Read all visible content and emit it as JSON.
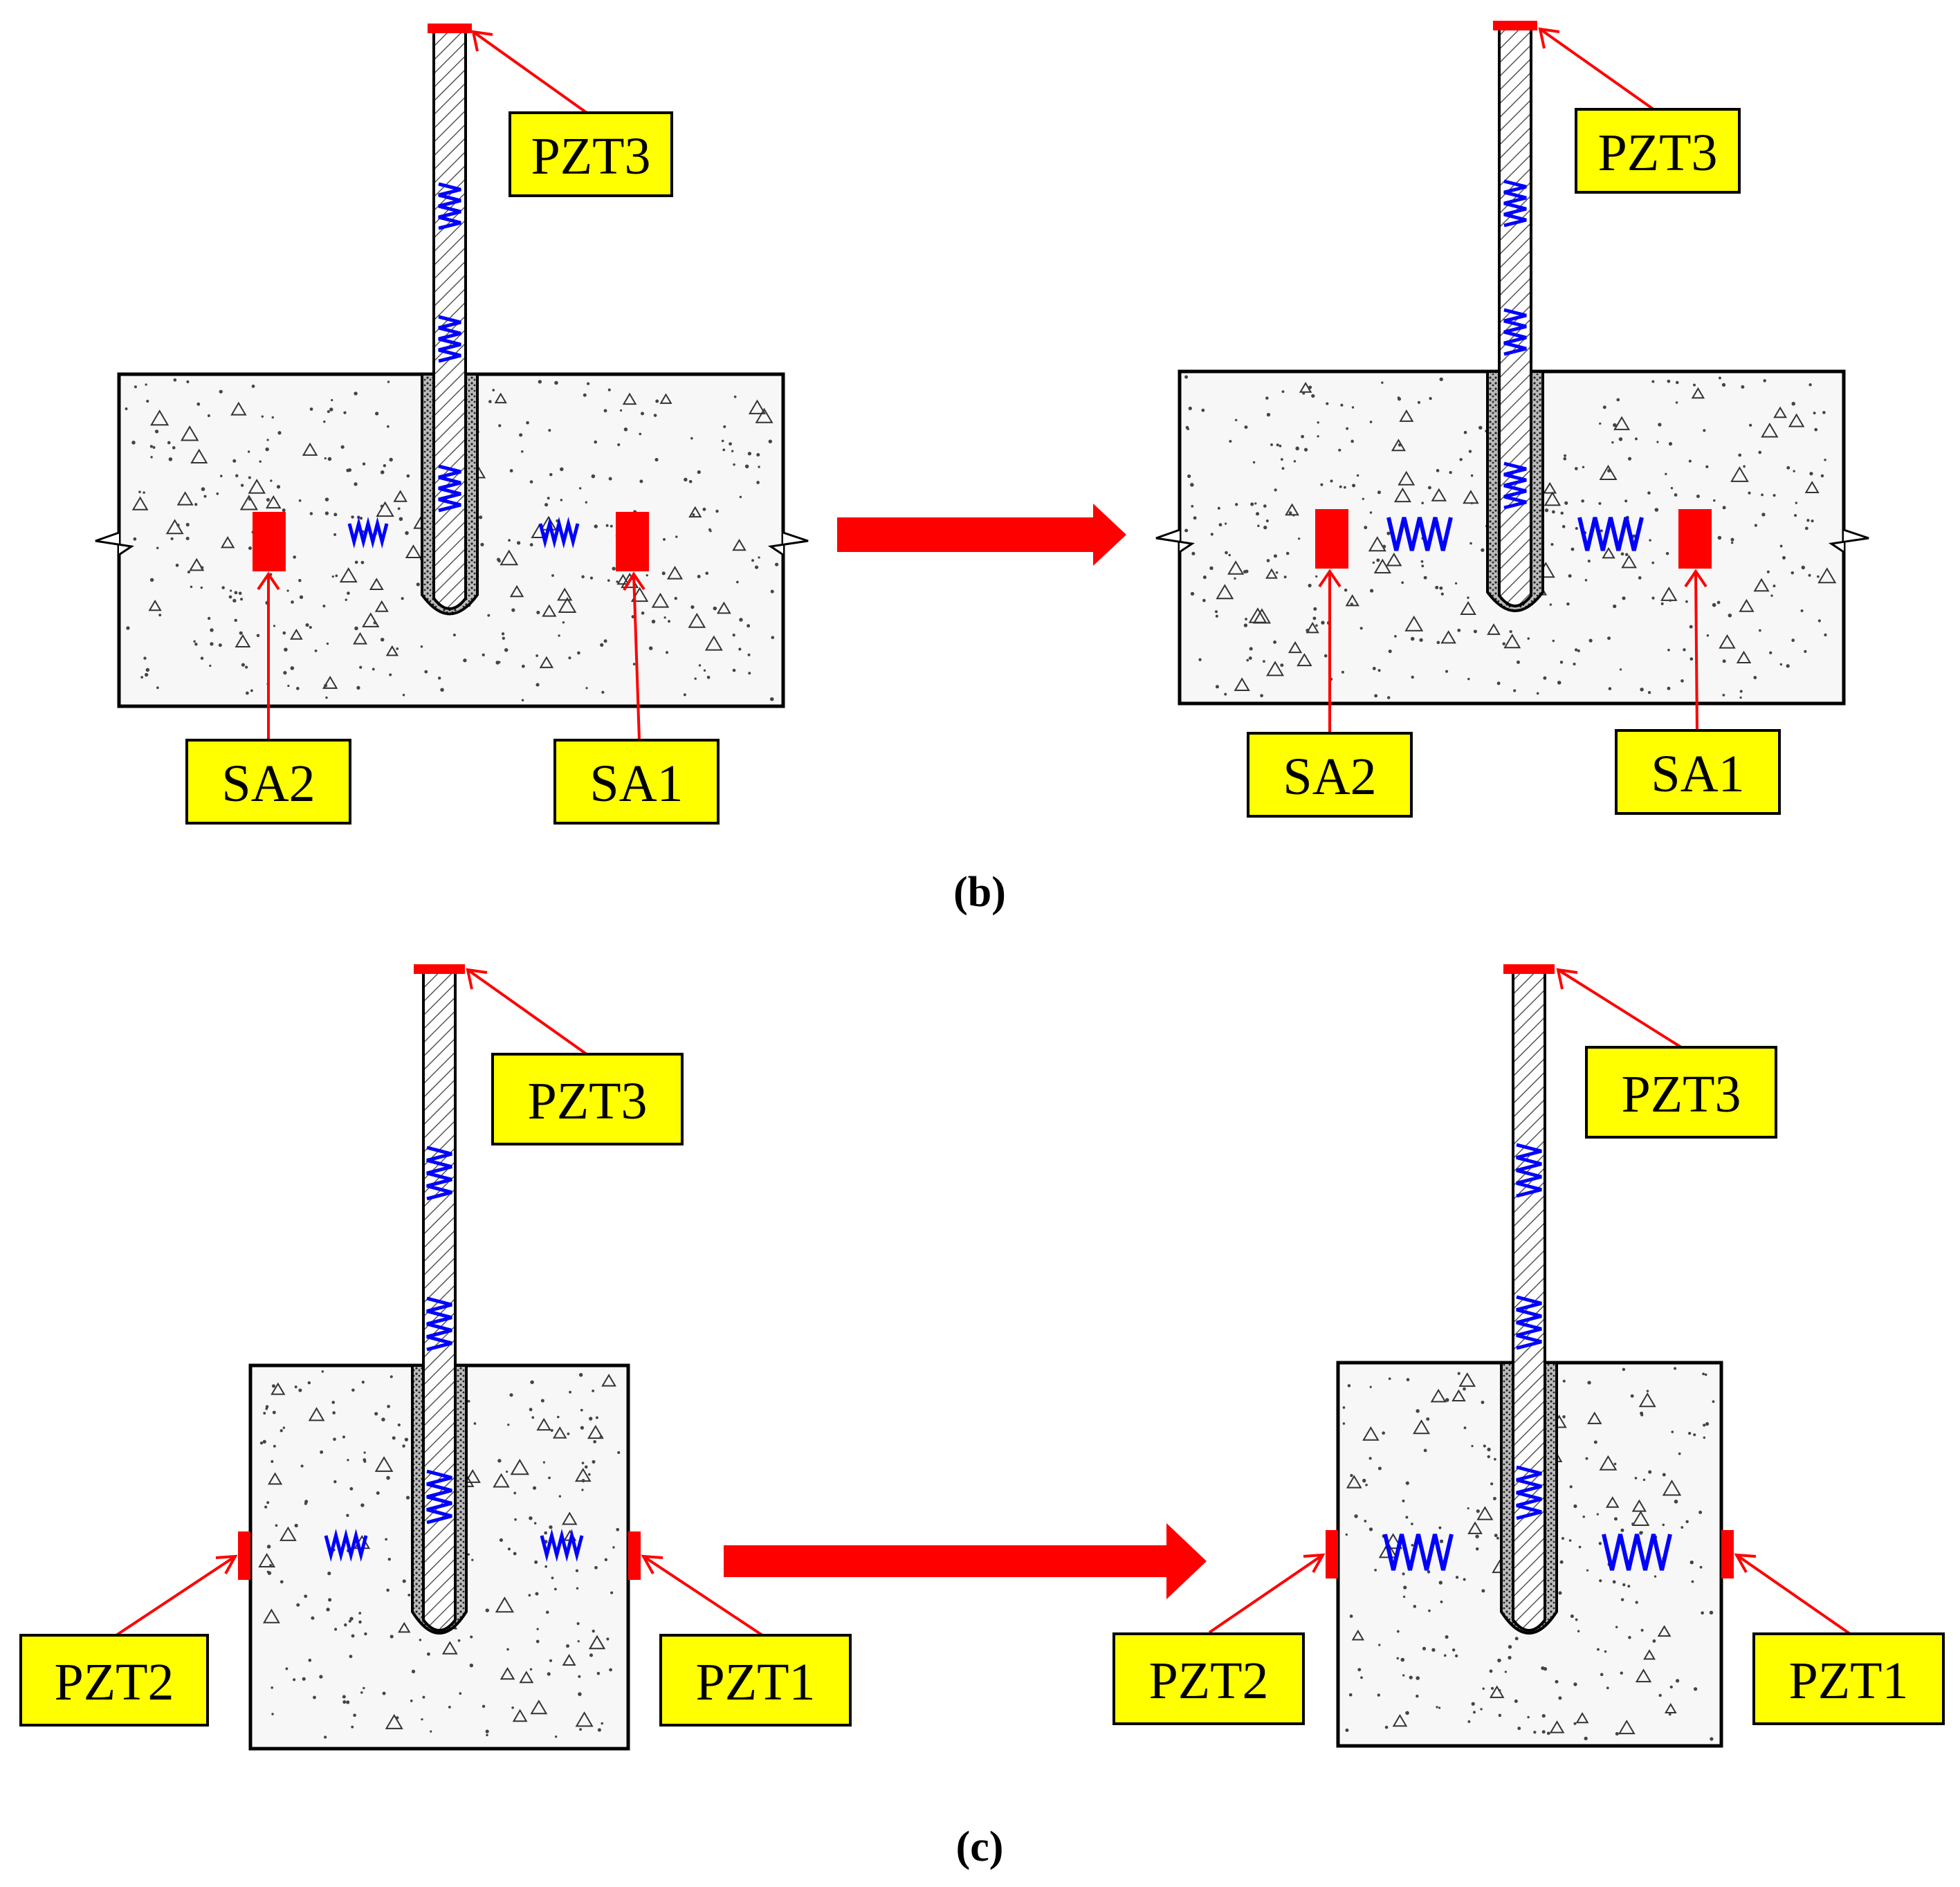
{
  "colors": {
    "sensor": "#ff0000",
    "label_fill": "#ffff00",
    "spring": "#0000ff",
    "concrete_fill": "#f5f5f5",
    "outline": "#000000"
  },
  "panel_b": {
    "caption": "(b)",
    "before": {
      "pzt3": "PZT3",
      "sa2": "SA2",
      "sa1": "SA1"
    },
    "after": {
      "pzt3": "PZT3",
      "sa2": "SA2",
      "sa1": "SA1"
    }
  },
  "panel_c": {
    "caption": "(c)",
    "before": {
      "pzt3": "PZT3",
      "pzt2": "PZT2",
      "pzt1": "PZT1"
    },
    "after": {
      "pzt3": "PZT3",
      "pzt2": "PZT2",
      "pzt1": "PZT1"
    }
  }
}
